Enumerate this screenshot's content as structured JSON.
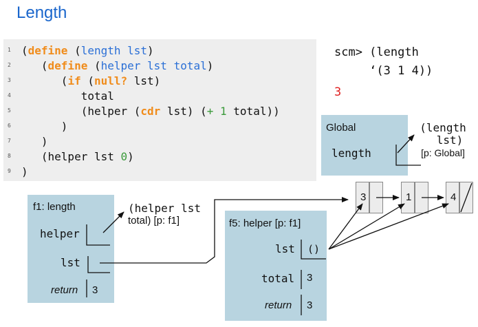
{
  "title": "Length",
  "code": {
    "line_numbers": [
      "1",
      "2",
      "3",
      "4",
      "5",
      "6",
      "7",
      "8",
      "9"
    ]
  },
  "repl": {
    "prompt_line1": "scm> (length",
    "prompt_line2": "     ‘(3 1 4))",
    "result": "3"
  },
  "global_frame": {
    "label": "Global",
    "var": "length",
    "annotation_line1": "(length",
    "annotation_line2": "lst)",
    "annotation_line3": "[p: Global]"
  },
  "f1_frame": {
    "label": "f1: length",
    "var_helper": "helper",
    "var_lst": "lst",
    "var_return": "return",
    "return_value": "3",
    "annotation_line1": "(helper lst",
    "annotation_line2": "total) [p: f1]"
  },
  "f5_frame": {
    "label": "f5: helper [p: f1]",
    "var_lst": "lst",
    "lst_value": "()",
    "var_total": "total",
    "total_value": "3",
    "var_return": "return",
    "return_value": "3"
  },
  "list_cells": [
    "3",
    "1",
    "4"
  ],
  "colors": {
    "title": "#1a66cc",
    "keyword": "#f08c1b",
    "function": "#2a6fd6",
    "number": "#3a9a3a",
    "result": "#e02020",
    "frame": "#b8d4e0"
  }
}
